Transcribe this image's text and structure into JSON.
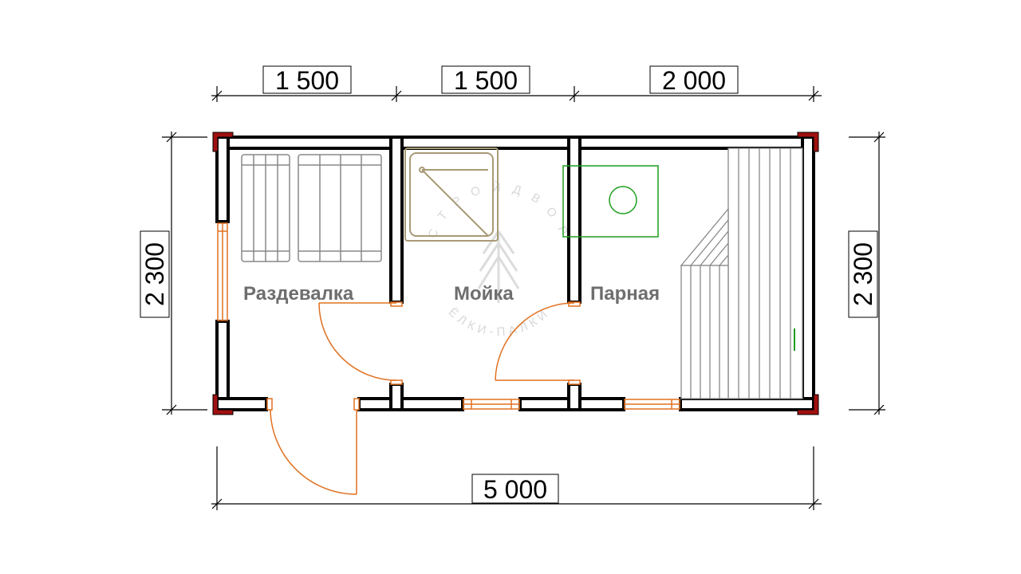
{
  "dimensions": {
    "top": [
      "1 500",
      "1 500",
      "2 000"
    ],
    "bottom": "5 000",
    "left": "2 300",
    "right": "2 300"
  },
  "rooms": {
    "dressing": "Раздевалка",
    "wash": "Мойка",
    "steam": "Парная"
  },
  "watermark": {
    "upper": "С Т Р О Й Д В О Р",
    "lower": "ЁЛКИ-ПАЛКИ"
  },
  "colors": {
    "wall": "#000000",
    "door_window": "#e07020",
    "corner": "#a01010",
    "stove": "#1e9e1e",
    "shower": "#a99a77",
    "furniture": "#888888",
    "label": "#6e6e6e"
  }
}
